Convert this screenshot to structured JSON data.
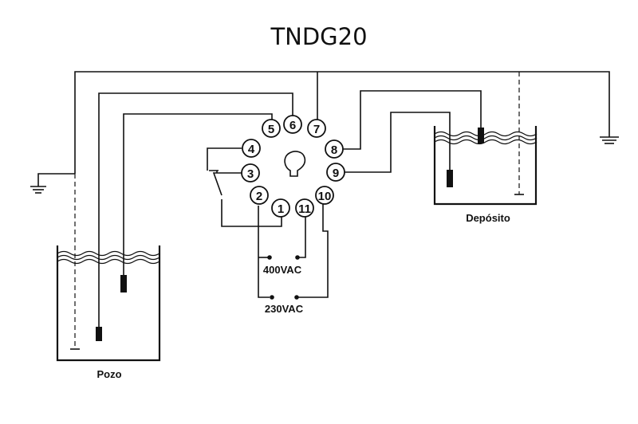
{
  "title": "TNDG20",
  "pins": [
    "1",
    "2",
    "3",
    "4",
    "5",
    "6",
    "7",
    "8",
    "9",
    "10",
    "11"
  ],
  "tanks": {
    "well_label": "Pozo",
    "deposit_label": "Depósito"
  },
  "supply": {
    "v400_label": "400VAC",
    "v230_label": "230VAC"
  },
  "icons": [
    "ground-symbol-left",
    "ground-symbol-right",
    "socket-key-icon",
    "level-probe"
  ]
}
